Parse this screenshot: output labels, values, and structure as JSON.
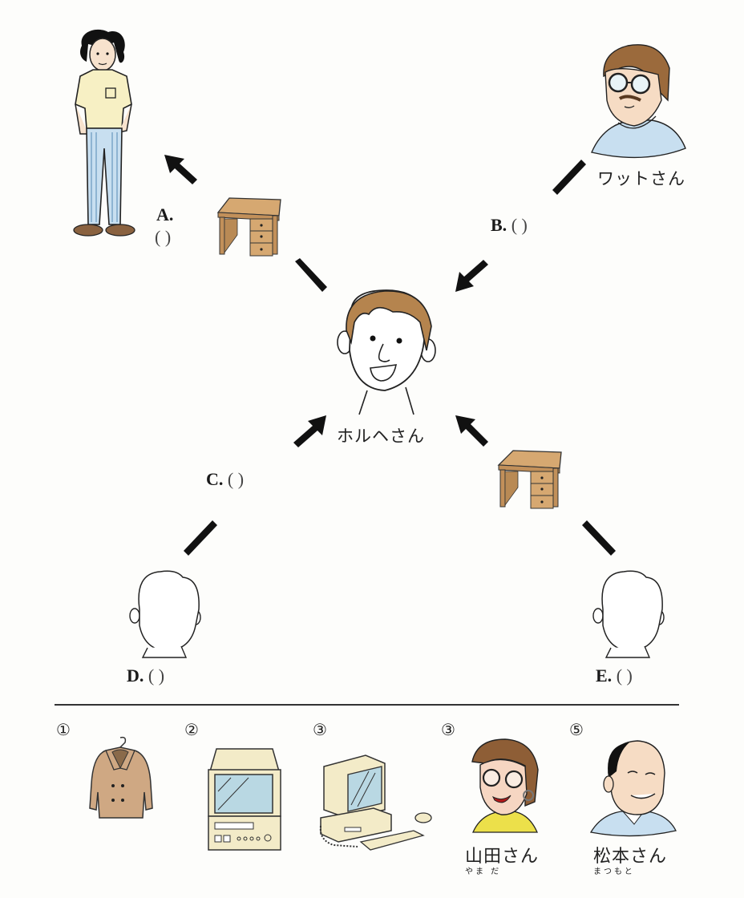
{
  "diagram": {
    "center_person": {
      "name": "ホルヘさん"
    },
    "person_b": {
      "name": "ワットさん"
    },
    "blanks": [
      {
        "letter": "A.",
        "blank": "(      )"
      },
      {
        "letter": "B.",
        "blank": "(      )"
      },
      {
        "letter": "C.",
        "blank": "(      )"
      },
      {
        "letter": "D.",
        "blank": "(      )"
      },
      {
        "letter": "E.",
        "blank": "(      )"
      }
    ]
  },
  "choices": [
    {
      "number": "①",
      "item": "coat"
    },
    {
      "number": "②",
      "item": "word-processor"
    },
    {
      "number": "③",
      "item": "computer"
    },
    {
      "number": "③",
      "item": "person",
      "name": "山田さん",
      "reading": "やま だ"
    },
    {
      "number": "⑤",
      "item": "person",
      "name": "松本さん",
      "reading": "まつもと"
    }
  ],
  "colors": {
    "desk": "#c89a62",
    "hair_brown": "#9b6a3c",
    "skin": "#f6dcc4",
    "shirt_yellow": "#f7f0c4",
    "sweater_blue": "#c8dff0",
    "beige": "#f3ebc8",
    "screen": "#b9d8e3"
  }
}
